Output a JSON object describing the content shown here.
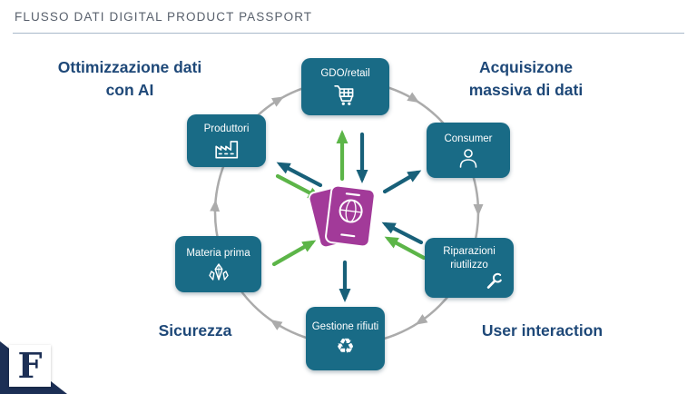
{
  "slide": {
    "title": "FLUSSO DATI DIGITAL PRODUCT PASSPORT"
  },
  "corner_labels": {
    "top_left": "Ottimizzazione dati con AI",
    "top_right": "Acquisizone massiva di dati",
    "bottom_left": "Sicurezza",
    "bottom_right": "User interaction"
  },
  "nodes": [
    {
      "label": "GDO/retail",
      "icon": "shopping-cart-icon"
    },
    {
      "label": "Consumer",
      "icon": "person-icon"
    },
    {
      "label": "Riparazioni riutilizzo",
      "icon": "wrench-icon"
    },
    {
      "label": "Gestione rifiuti",
      "icon": "recycle-icon"
    },
    {
      "label": "Materia prima",
      "icon": "crystals-icon"
    },
    {
      "label": "Produttori",
      "icon": "factory-icon"
    }
  ],
  "icons": {
    "recycle": "♻"
  },
  "logo": {
    "letter": "F"
  },
  "colors": {
    "node_teal": "#196B86",
    "arrow_teal": "#186079",
    "arrow_green": "#5CB548",
    "ring_gray": "#ABABAB",
    "label_navy": "#1E4878",
    "passport_purple": "#A23A99",
    "title_gray": "#59616D",
    "logo_navy": "#1C2F55"
  }
}
